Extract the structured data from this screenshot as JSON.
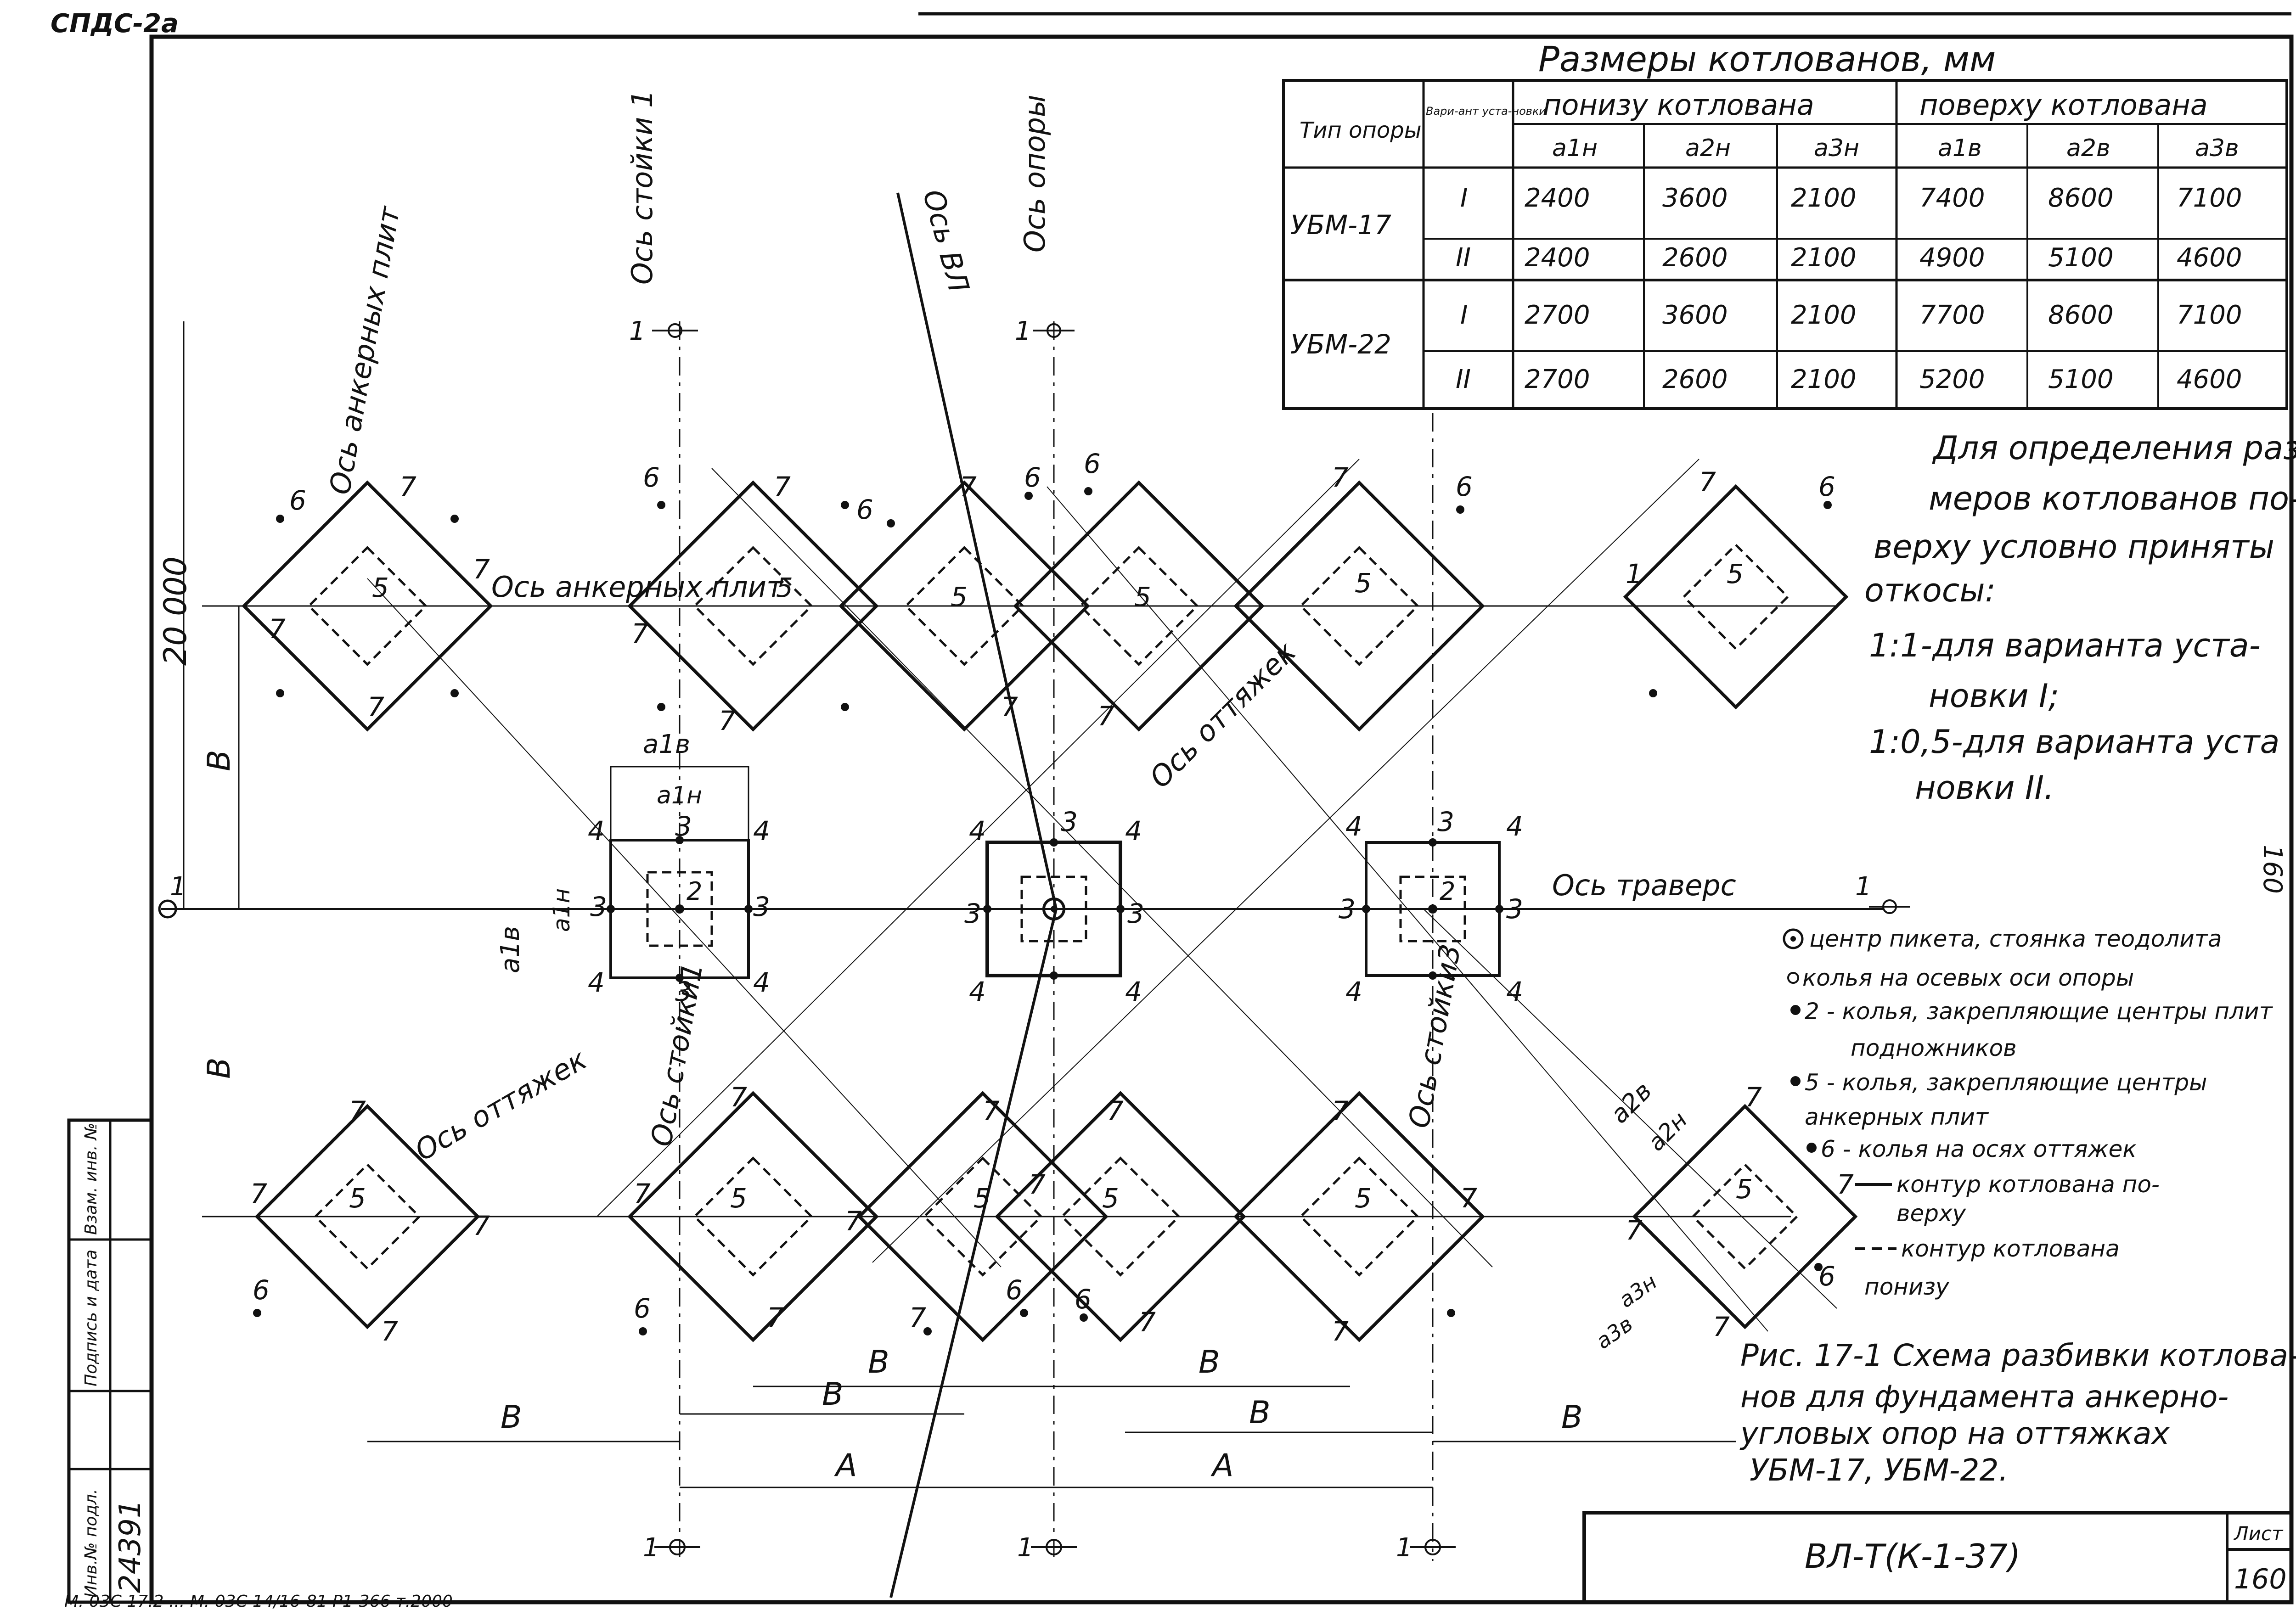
{
  "header_stamp": "СПДС-2а",
  "table": {
    "title": "Размеры котлованов, мм",
    "col_type": "Тип опоры",
    "col_variant": "Вари-ант уста-новки",
    "group_bottom": "понизу котлована",
    "group_top": "поверху котлована",
    "sub_headers": [
      "а1н",
      "а2н",
      "а3н",
      "а1в",
      "а2в",
      "а3в"
    ],
    "rows": [
      {
        "type": "УБМ-17",
        "variant": "I",
        "values": [
          "2400",
          "3600",
          "2100",
          "7400",
          "8600",
          "7100"
        ]
      },
      {
        "type": "",
        "variant": "II",
        "values": [
          "2400",
          "2600",
          "2100",
          "4900",
          "5100",
          "4600"
        ]
      },
      {
        "type": "УБМ-22",
        "variant": "I",
        "values": [
          "2700",
          "3600",
          "2100",
          "7700",
          "8600",
          "7100"
        ]
      },
      {
        "type": "",
        "variant": "II",
        "values": [
          "2700",
          "2600",
          "2100",
          "5200",
          "5100",
          "4600"
        ]
      }
    ]
  },
  "notes": [
    "Для определения раз-",
    "меров котлованов по-",
    "верху условно приняты",
    "откосы:",
    "1:1-для варианта уста-",
    "новки I;",
    "1:0,5-для варианта уста",
    "новки II."
  ],
  "page_side": "160",
  "legend": [
    {
      "symbol": "center",
      "text": "центр пикета, стоянка теодолита"
    },
    {
      "symbol": "ring",
      "text": "колья на осевых оси опоры"
    },
    {
      "symbol": "dot",
      "text": "2 - колья, закрепляющие центры плит"
    },
    {
      "symbol": "none",
      "text": "подножников"
    },
    {
      "symbol": "dot",
      "text": "5 - колья, закрепляющие центры"
    },
    {
      "symbol": "none",
      "text": "анкерных плит"
    },
    {
      "symbol": "dot",
      "text": "6 - колья на осях оттяжек"
    },
    {
      "symbol": "solid",
      "text": "контур котлована по-"
    },
    {
      "symbol": "none",
      "text": "верху"
    },
    {
      "symbol": "dashed",
      "text": "контур котлована"
    },
    {
      "symbol": "none",
      "text": "понизу"
    }
  ],
  "caption": [
    "Рис. 17-1 Схема разбивки котлова-",
    "нов для фундамента анкерно-",
    "угловых опор на оттяжках",
    "УБМ-17, УБМ-22."
  ],
  "axis_labels": {
    "axis_stoyka1": "Ось стойки 1",
    "axis_opory": "Ось опоры",
    "axis_VL": "Ось ВЛ",
    "axis_ankernykh_top": "Ось анкерных плит",
    "axis_ankernykh_mid": "Ось анкерных плит",
    "axis_ottyazhek_upper": "Ось оттяжек",
    "axis_ottyazhek_lower": "Ось оттяжек",
    "axis_travers": "Ось траверс",
    "axis_stoyki1_low": "Ось стойки1",
    "axis_stoyki3_low": "Ось стойки3"
  },
  "dimensions": {
    "overall": "20 000",
    "B": "В",
    "A": "А",
    "a1v": "а1в",
    "a1n": "а1н",
    "a2v": "а2в",
    "a2n": "а2н",
    "a3n": "а3н",
    "a3v": "а3в"
  },
  "section_marks": {
    "one": "1"
  },
  "stake_labels": {
    "n1": "1",
    "n2": "2",
    "n3": "3",
    "n4": "4",
    "n5": "5",
    "n6": "6",
    "n7": "7"
  },
  "title_block": {
    "code": "ВЛ-Т(К-1-37)",
    "sheet_label": "Лист",
    "sheet_number": "160"
  },
  "left_stamp": {
    "inv_podl": "Инв.№ подл.",
    "podp_data": "Подпись и дата",
    "vzam_inv": "Взам. инв. №",
    "inv_number": "24391"
  },
  "footer_note": "М. 03С 17.2 ... М. 03С 14/16-81 Р1-366 т.2000"
}
